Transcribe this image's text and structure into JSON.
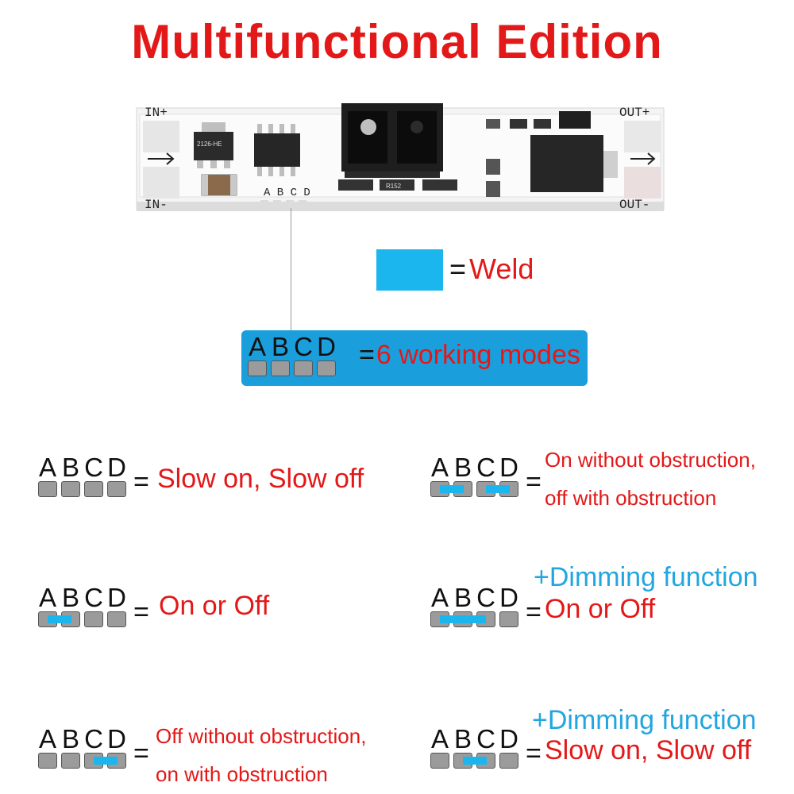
{
  "title": "Multifunctional Edition",
  "pcb": {
    "in_plus": "IN+",
    "in_minus": "IN-",
    "out_plus": "OUT+",
    "out_minus": "OUT-",
    "pad_letters": "A B C D",
    "chip_label": "2126-HE",
    "resistor_label": "R152"
  },
  "legend": {
    "weld_eq": "=",
    "weld_label": "Weld"
  },
  "modebox": {
    "letters": [
      "A",
      "B",
      "C",
      "D"
    ],
    "eq": "=",
    "text": "6 working modes"
  },
  "modes": [
    {
      "letters": [
        "A",
        "B",
        "C",
        "D"
      ],
      "eq": "=",
      "line1": "Slow on, Slow off",
      "line2": "",
      "dimming": "",
      "bridges": "none"
    },
    {
      "letters": [
        "A",
        "B",
        "C",
        "D"
      ],
      "eq": "=",
      "line1": "On without obstruction,",
      "line2": "off with obstruction",
      "dimming": "",
      "bridges": "AB-CD"
    },
    {
      "letters": [
        "A",
        "B",
        "C",
        "D"
      ],
      "eq": "=",
      "line1": "On or Off",
      "line2": "",
      "dimming": "",
      "bridges": "AB"
    },
    {
      "letters": [
        "A",
        "B",
        "C",
        "D"
      ],
      "eq": "=",
      "line1": "On or Off",
      "line2": "",
      "dimming": "+Dimming function",
      "bridges": "ABC"
    },
    {
      "letters": [
        "A",
        "B",
        "C",
        "D"
      ],
      "eq": "=",
      "line1": "Off without obstruction,",
      "line2": "on with obstruction",
      "dimming": "",
      "bridges": "CD"
    },
    {
      "letters": [
        "A",
        "B",
        "C",
        "D"
      ],
      "eq": "=",
      "line1": "Slow on, Slow off",
      "line2": "",
      "dimming": "+Dimming function",
      "bridges": "BC"
    }
  ],
  "colors": {
    "weld": "#1bb6ee",
    "accent_red": "#e31818",
    "dimming_blue": "#22a6e0"
  }
}
